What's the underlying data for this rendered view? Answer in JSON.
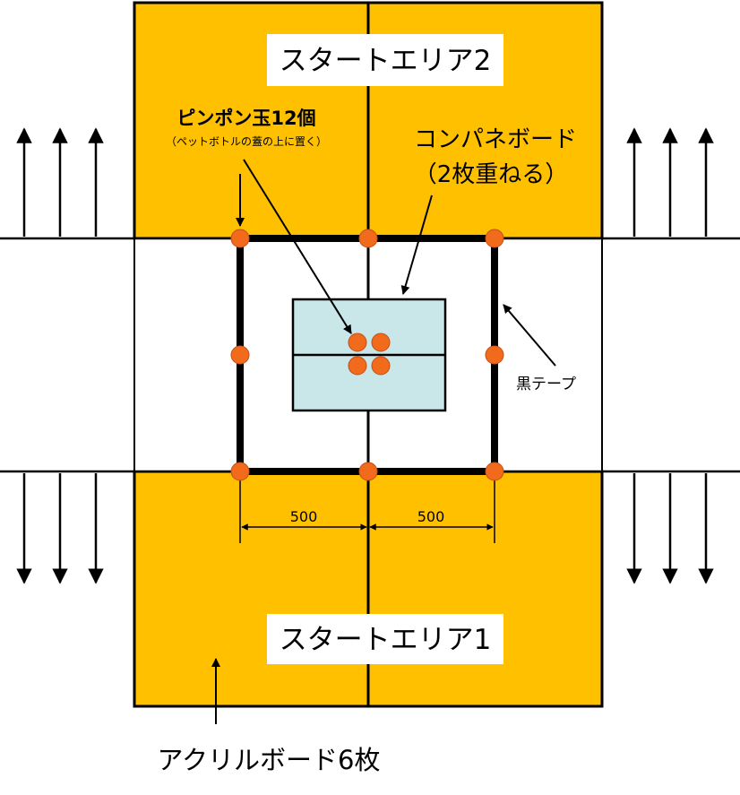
{
  "colors": {
    "start_area": "#FFC000",
    "compass_board": "#C9E7E9",
    "ping_pong": "#F26B1D",
    "ping_pong_stroke": "#C0501A",
    "line": "#000000"
  },
  "labels": {
    "start_area_2": "スタートエリア2",
    "start_area_1": "スタートエリア1",
    "ping_pong_title": "ピンポン玉12個",
    "ping_pong_note": "（ペットボトルの蓋の上に置く）",
    "compass_board_line1": "コンパネボード",
    "compass_board_line2": "（2枚重ねる）",
    "black_tape": "黒テープ",
    "dimension_left": "500",
    "dimension_right": "500",
    "acrylic_board": "アクリルボード6枚"
  },
  "icons": [
    "arrow-up-icon",
    "arrow-down-icon",
    "ping-pong-ball-icon"
  ]
}
